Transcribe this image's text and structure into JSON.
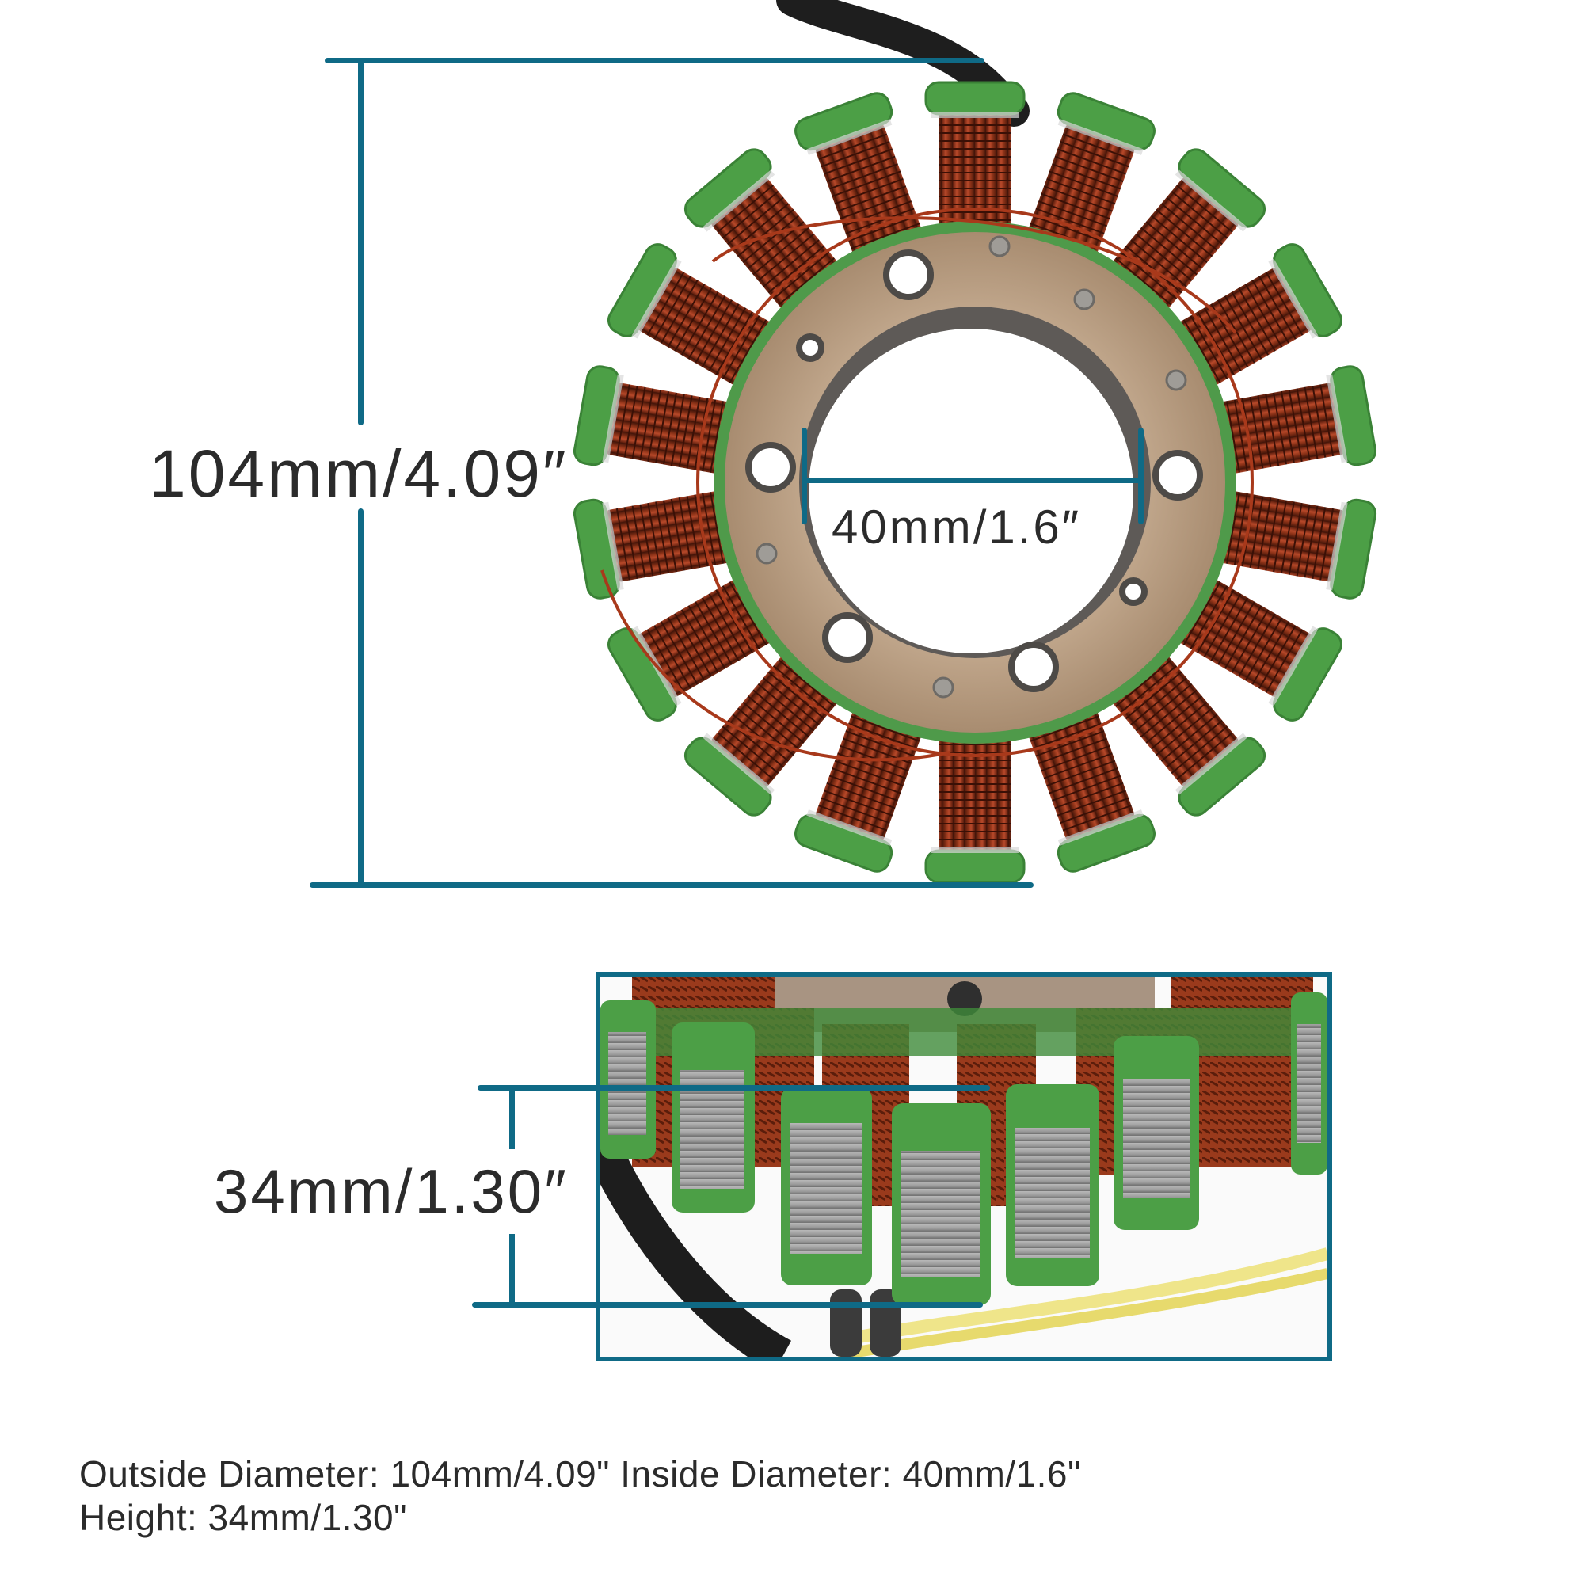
{
  "figure": {
    "subject": "motorcycle stator (18-pole, green-insulated copper coil windings)",
    "accent_color": "#0f6a86",
    "coil_copper_color": "#9a3a1c",
    "coil_cap_color": "#4c9f46",
    "core_color": "#b79d82",
    "coil_count": 18
  },
  "dimensions": {
    "outside_diameter": {
      "label": "104mm/4.09″"
    },
    "inside_diameter": {
      "label": "40mm/1.6″"
    },
    "height": {
      "label": "34mm/1.30″"
    }
  },
  "specs": {
    "line1": "Outside Diameter: 104mm/4.09\" Inside Diameter: 40mm/1.6\"",
    "line2": "Height: 34mm/1.30\""
  }
}
